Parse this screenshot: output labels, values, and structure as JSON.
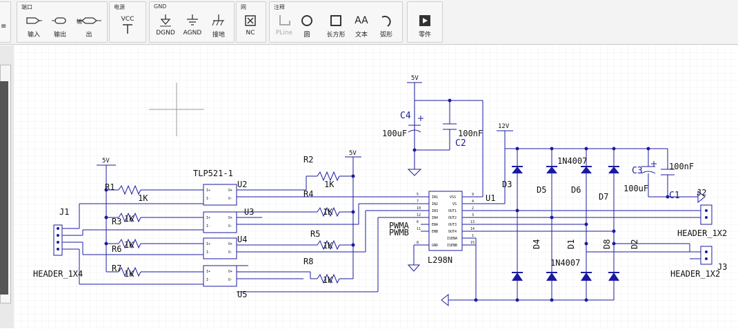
{
  "toolbar": {
    "groups": [
      {
        "label": "端口",
        "buttons": [
          "输入",
          "输出",
          "出"
        ]
      },
      {
        "label": "电源",
        "buttons": [
          "VCC"
        ]
      },
      {
        "label": "GND",
        "buttons": [
          "DGND",
          "AGND",
          "接地"
        ]
      },
      {
        "label": "网",
        "buttons": [
          "NC"
        ]
      },
      {
        "label": "注释",
        "buttons": [
          "PLine",
          "圆",
          "长方形",
          "文本",
          "弧形"
        ]
      },
      {
        "label": "",
        "buttons": [
          "零件"
        ]
      }
    ],
    "partial_left": "≡",
    "port_bidir_label": "输",
    "vcc_icon_label": "VCC",
    "text_icon_label": "AA"
  },
  "schematic": {
    "labels": {
      "v5_a": "5V",
      "v5_b": "5V",
      "v5_c": "5V",
      "v12": "12V",
      "c4": "C4",
      "c4_val": "100uF",
      "c2": "C2",
      "c2_val": "100nF",
      "c3": "C3",
      "c3_val": "100uF",
      "c1": "C1",
      "c1_val": "100nF",
      "r1": "R1",
      "r1_val": "1K",
      "r3": "R3",
      "r3_val": "1K",
      "r6": "R6",
      "r6_val": "1K",
      "r7": "R7",
      "r7_val": "1K",
      "r2": "R2",
      "r2_val": "1K",
      "r4": "R4",
      "r4_val": "1K",
      "r5": "R5",
      "r5_val": "1K",
      "r8": "R8",
      "r8_val": "1K",
      "opto_type": "TLP521-1",
      "u2": "U2",
      "u3": "U3",
      "u4": "U4",
      "u5": "U5",
      "u1": "U1",
      "l298": "L298N",
      "pwma": "PWMA",
      "pwmb": "PWMB",
      "j1": "J1",
      "j1_type": "HEADER_1X4",
      "j2": "J2",
      "j2_type": "HEADER_1X2",
      "j3": "J3",
      "j3_type": "HEADER_1X2",
      "d1": "D1",
      "d2": "D2",
      "d3": "D3",
      "d4": "D4",
      "d5": "D5",
      "d6": "D6",
      "d7": "D7",
      "d8": "D8",
      "diode_top": "1N4007",
      "diode_bot": "1N4007"
    },
    "l298_pins_left": [
      "IN1",
      "IN2",
      "IN3",
      "IN4",
      "ENA",
      "ENB",
      "",
      "GND"
    ],
    "l298_pins_left_num": [
      "5",
      "7",
      "10",
      "12",
      "6",
      "11",
      "",
      "8"
    ],
    "l298_pins_right": [
      "VSS",
      "VS",
      "OUT1",
      "OUT2",
      "OUT3",
      "OUT4",
      "ISENA",
      "ISENB"
    ],
    "l298_pins_right_num": [
      "9",
      "4",
      "2",
      "3",
      "13",
      "14",
      "1",
      "15"
    ],
    "opto_pins": {
      "in_p": "I+",
      "in_n": "I-",
      "out_p": "O+",
      "out_n": "O-"
    }
  }
}
